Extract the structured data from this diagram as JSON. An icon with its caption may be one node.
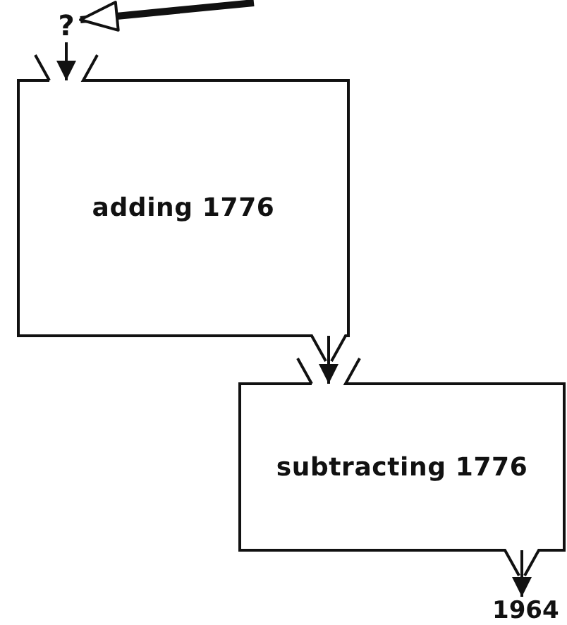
{
  "diagram": {
    "nodes": [
      {
        "text": [
          "?"
        ]
      },
      {
        "text": [
          "adding 1776"
        ]
      },
      {
        "text": [
          "subtracting 1776"
        ]
      },
      {
        "text": [
          "1964"
        ]
      }
    ],
    "edges": [
      {
        "from": null,
        "to": 0,
        "arrow": "to",
        "style": "thick"
      },
      {
        "from": 0,
        "to": 1,
        "arrow": "to"
      },
      {
        "from": 1,
        "to": 2,
        "arrow": "to"
      },
      {
        "from": 2,
        "to": 3,
        "arrow": "to"
      }
    ]
  }
}
